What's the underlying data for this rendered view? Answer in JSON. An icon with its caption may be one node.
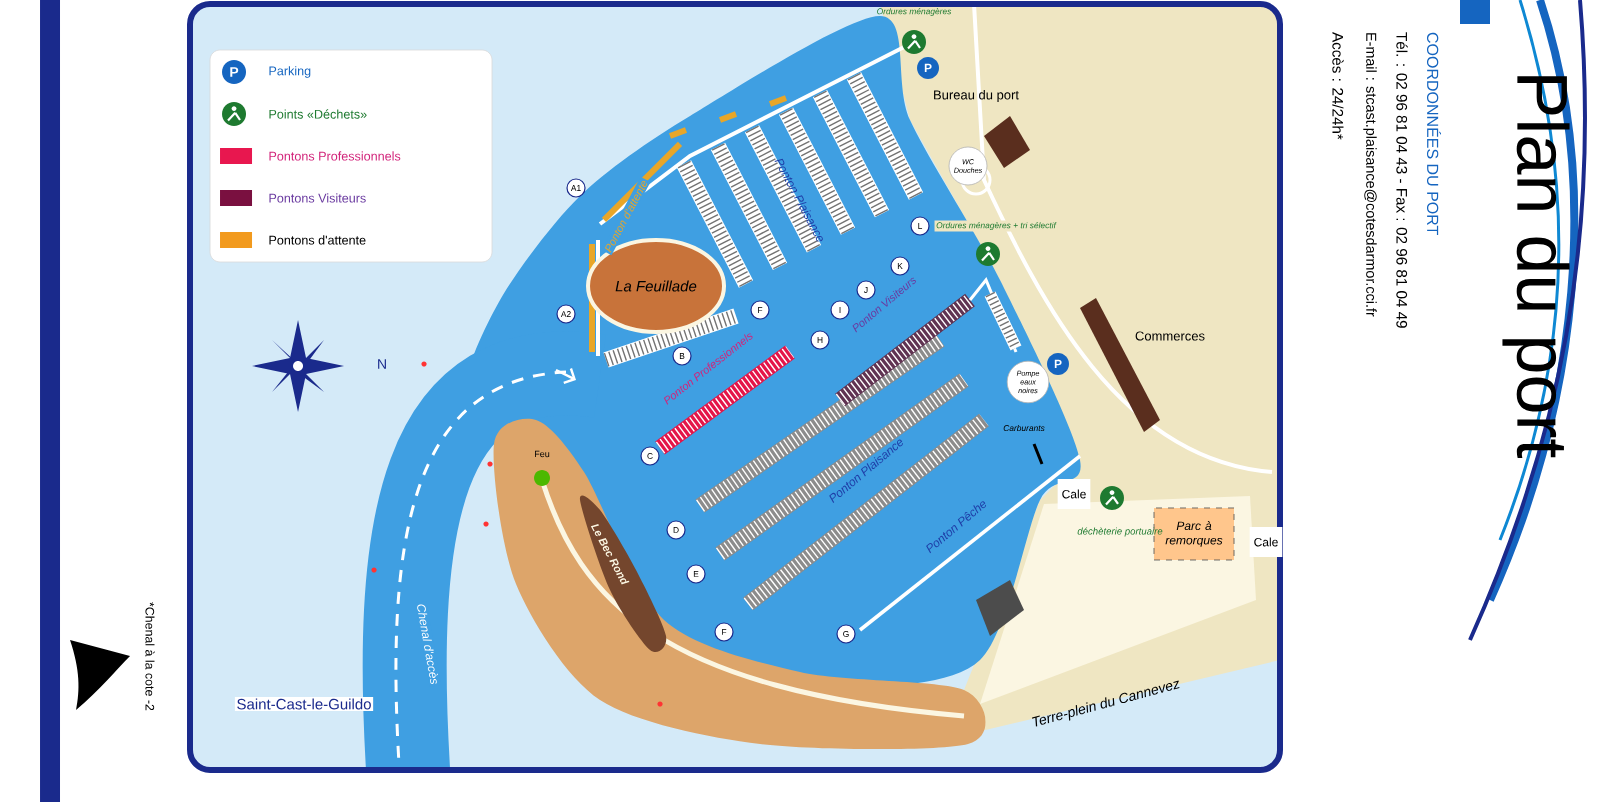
{
  "diagram": {
    "title": "Plan du port",
    "nodes": [
      {
        "text": [
          "A1"
        ]
      },
      {
        "text": [
          "A2"
        ]
      },
      {
        "text": [
          "B"
        ]
      },
      {
        "text": [
          "F"
        ]
      },
      {
        "text": [
          "H"
        ]
      },
      {
        "text": [
          "I"
        ]
      },
      {
        "text": [
          "J"
        ]
      },
      {
        "text": [
          "K"
        ]
      },
      {
        "text": [
          "L"
        ]
      },
      {
        "text": [
          "C"
        ]
      },
      {
        "text": [
          "D"
        ]
      },
      {
        "text": [
          "E"
        ]
      },
      {
        "text": [
          "F"
        ]
      },
      {
        "text": [
          "G"
        ]
      },
      {
        "text": [
          "WC Douches"
        ]
      },
      {
        "text": [
          "Pompe eaux noires"
        ]
      },
      {
        "text": [
          "Cale"
        ]
      },
      {
        "text": [
          "Parc à remorques"
        ]
      },
      {
        "text": [
          "Cale"
        ]
      },
      {
        "text": [
          "La Feuillade"
        ]
      },
      {
        "text": [
          "Le Bec Rond"
        ]
      }
    ],
    "labels": [
      "Ordures ménagères",
      "P",
      "Bureau du port",
      "Ordures ménagères + tri sélectif",
      "Ponton d'attente",
      "Ponton Plaisance",
      "N",
      "Ponton Professionnels",
      "Ponton Visiteurs",
      "Commerces",
      "P",
      "Carburants",
      "Feu",
      "Ponton Plaisance",
      "déchèterie portuaire",
      "Ponton Pêche",
      "Chenal d'accès",
      "Saint-Cast-le-Guildo",
      "Terre-plein du Cannevez",
      "*Chenal à la cote -2",
      "COORDONNÉES DU PORT",
      "Tél. : 02 96 81 04 43 - Fax : 02 96 81 04 49",
      "E-mail : stcast.plaisance@cotesdarmor.cci.fr",
      "Accès : 24/24h*",
      "P"
    ],
    "legend": [
      {
        "text": "Parking"
      },
      {
        "text": "Points «Déchets»"
      },
      {
        "text": "Pontons Professionnels",
        "color": "#e8174f"
      },
      {
        "text": "Pontons Visiteurs",
        "color": "#7a1040"
      },
      {
        "text": "Pontons d'attente",
        "color": "#f29a1e"
      }
    ]
  }
}
